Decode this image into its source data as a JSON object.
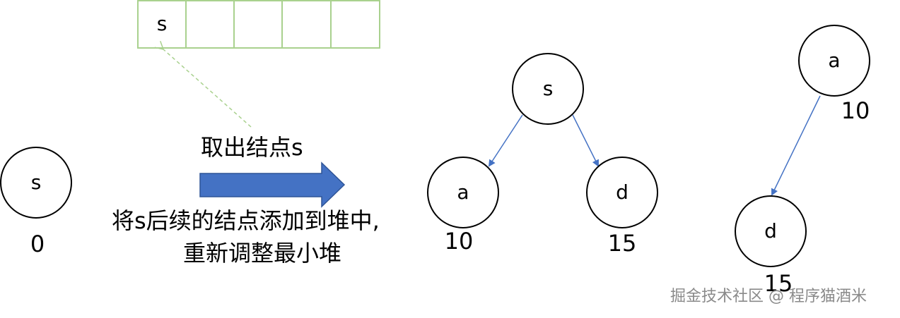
{
  "colors": {
    "array_border": "#a9d18e",
    "dashed_arrow": "#a9d18e",
    "edge": "#4472c4",
    "big_arrow_fill": "#4472c4",
    "big_arrow_stroke": "#2f5597",
    "node_border": "#000000",
    "watermark": "#8a8a8a"
  },
  "array": {
    "cells": [
      "s",
      "",
      "",
      "",
      ""
    ]
  },
  "left_node": {
    "label": "s",
    "distance": "0"
  },
  "action": {
    "top_label": "取出结点s",
    "bottom_line1": "将s后续的结点添加到堆中,",
    "bottom_line2": "重新调整最小堆"
  },
  "tree1": {
    "root": "s",
    "left": {
      "label": "a",
      "distance": "10"
    },
    "right": {
      "label": "d",
      "distance": "15"
    }
  },
  "tree2": {
    "root": {
      "label": "a",
      "distance": "10"
    },
    "child": {
      "label": "d",
      "distance": "15"
    }
  },
  "watermark": "掘金技术社区 @ 程序猫酒米"
}
